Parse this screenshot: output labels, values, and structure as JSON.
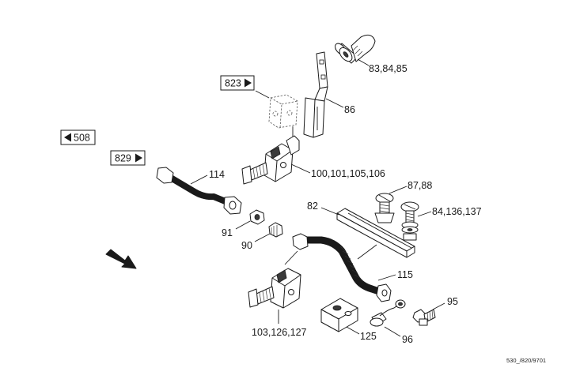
{
  "references": {
    "ref_823": "823",
    "ref_508": "508",
    "ref_829": "829"
  },
  "callouts": {
    "c_83_84_85": "83,84,85",
    "c_86": "86",
    "c_114": "114",
    "c_100_101_105_106": "100,101,105,106",
    "c_87_88": "87,88",
    "c_82": "82",
    "c_84_136_137": "84,136,137",
    "c_91": "91",
    "c_90": "90",
    "c_115": "115",
    "c_95": "95",
    "c_103_126_127": "103,126,127",
    "c_125": "125",
    "c_96": "96"
  },
  "drawing_code": "530_/820/9701",
  "colors": {
    "line": "#1a1a1a",
    "background": "#ffffff"
  },
  "icons": [
    "arrow-right-icon",
    "arrow-left-icon",
    "direction-arrow-icon"
  ]
}
